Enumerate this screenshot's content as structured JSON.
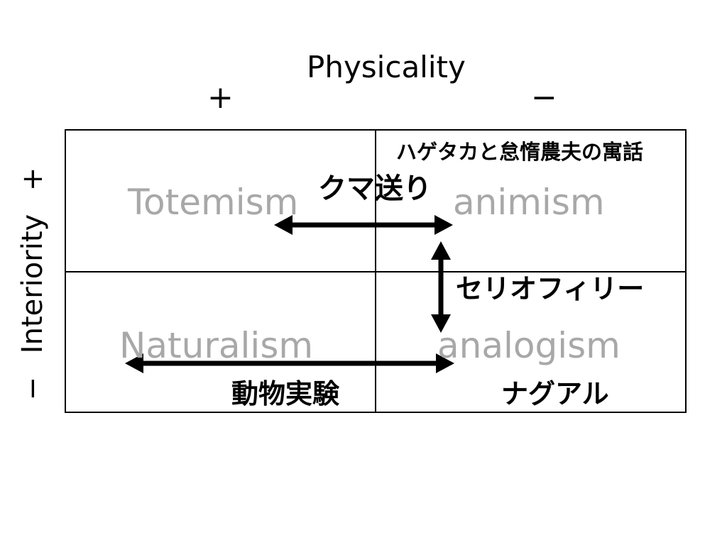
{
  "axes": {
    "horizontal": {
      "title": "Physicality",
      "plus": "+",
      "minus": "−"
    },
    "vertical": {
      "title": "Interiority",
      "plus": "+",
      "minus": "−"
    }
  },
  "quadrants": {
    "top_left": "Totemism",
    "top_right": "animism",
    "bottom_left": "Naturalism",
    "bottom_right": "analogism"
  },
  "annotations": {
    "hagetaka": "ハゲタカと怠惰農夫の寓話",
    "kuma": "クマ送り",
    "serio": "セリオフィリー",
    "doubutsu": "動物実験",
    "nagu": "ナグアル"
  },
  "colors": {
    "quadrant_text": "#a8a8a8",
    "line": "#000000"
  }
}
